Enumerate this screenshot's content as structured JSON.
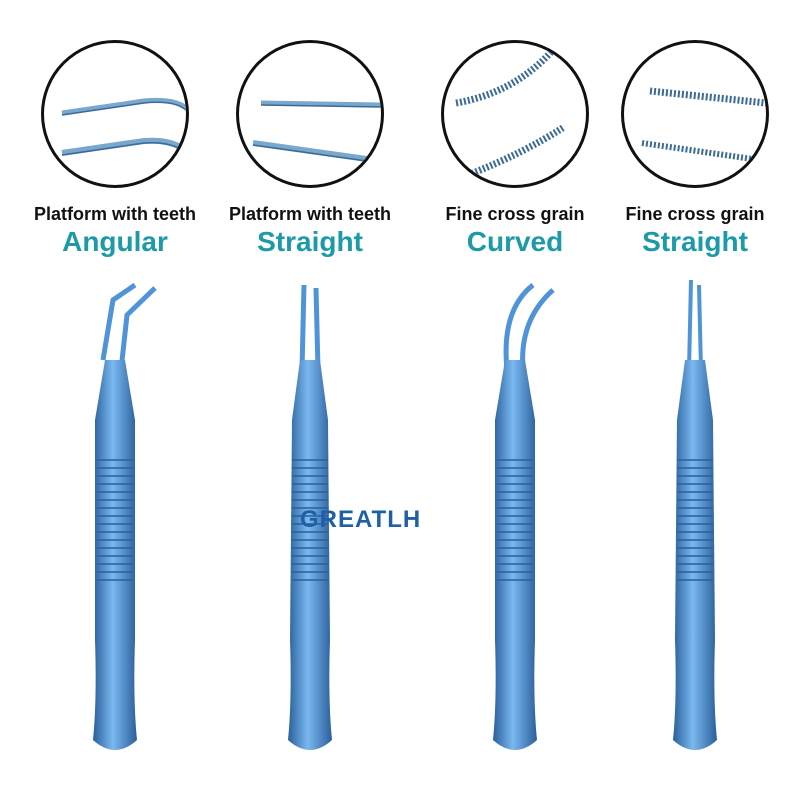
{
  "products": [
    {
      "description": "Platform with teeth",
      "type": "Angular",
      "tip": "angular",
      "tip_detail": "teeth"
    },
    {
      "description": "Platform with teeth",
      "type": "Straight",
      "tip": "straight",
      "tip_detail": "teeth"
    },
    {
      "description": "Fine cross grain",
      "type": "Curved",
      "tip": "curved",
      "tip_detail": "grain"
    },
    {
      "description": "Fine cross grain",
      "type": "Straight",
      "tip": "straight",
      "tip_detail": "grain"
    }
  ],
  "brand": "GREATLH",
  "colors": {
    "accent": "#1c9aa8",
    "brand": "#1f5fa8",
    "metal": "#4f94d8",
    "metal_dark": "#2a5f9a"
  }
}
